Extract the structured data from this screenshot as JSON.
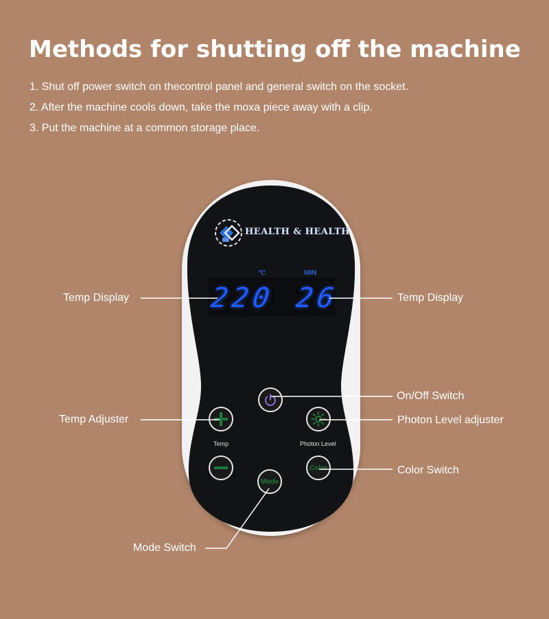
{
  "heading": "Methods for shutting off the machine",
  "steps": [
    "1. Shut off power switch on thecontrol panel and general switch on the socket.",
    "2. After the machine cools down, take the moxa piece away with a clip.",
    "3. Put the machine at a common storage place."
  ],
  "device": {
    "brand": "HEALTH & HEALTH",
    "display": {
      "temp_unit": "°C",
      "temp_value": "220",
      "time_unit": "MIN",
      "time_value": "26"
    },
    "buttons": {
      "temp_label": "Temp",
      "photon_label": "Photon Level",
      "mode": "Mode",
      "color": "Color"
    }
  },
  "callouts": {
    "temp_display_left": "Temp Display",
    "temp_display_right": "Temp Display",
    "on_off": "On/Off Switch",
    "temp_adjuster": "Temp Adjuster",
    "photon_adjuster": "Photon Level adjuster",
    "color_switch": "Color Switch",
    "mode_switch": "Mode Switch"
  },
  "colors": {
    "background": "#b0856a",
    "display_digits": "#1f5cff",
    "button_accent": "#1d7a3a",
    "power_accent": "#8a6bd6"
  }
}
